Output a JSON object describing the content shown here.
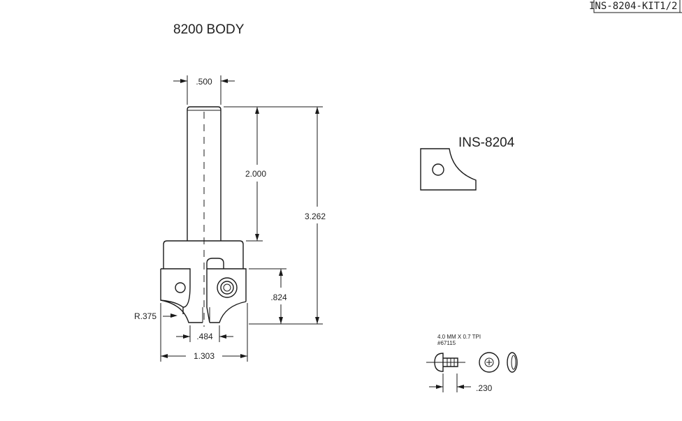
{
  "sheet": {
    "id": "INS-8204-KIT1/2",
    "title": "8200 BODY"
  },
  "body": {
    "dim_shank_dia": ".500",
    "dim_shank_len": "2.000",
    "dim_overall_len": "3.262",
    "dim_cut_height": ".824",
    "dim_radius": "R.375",
    "dim_center_width": ".484",
    "dim_body_width": "1.303"
  },
  "insert": {
    "label": "INS-8204"
  },
  "screw": {
    "thread": "4.0 MM X 0.7 TPI",
    "part_no": "#67115",
    "dim_head": ".230"
  }
}
